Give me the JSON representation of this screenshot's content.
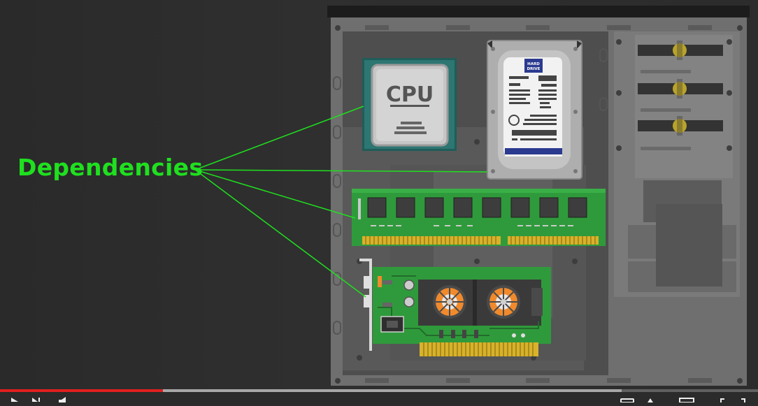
{
  "label": {
    "text": "Dependencies",
    "color": "#1fe01f"
  },
  "cpu": {
    "text": "CPU"
  },
  "hard_drive": {
    "label_line1": "HARD",
    "label_line2": "DRIVE",
    "brand_color": "#2b3a8f"
  },
  "player": {
    "played_fraction": 0.215,
    "buffered_fraction": 0.82,
    "played_color": "#e01f1f"
  },
  "icons": [
    "play-icon",
    "next-icon",
    "volume-icon",
    "settings-icon",
    "miniplayer-icon",
    "theater-icon",
    "fullscreen-icon"
  ]
}
